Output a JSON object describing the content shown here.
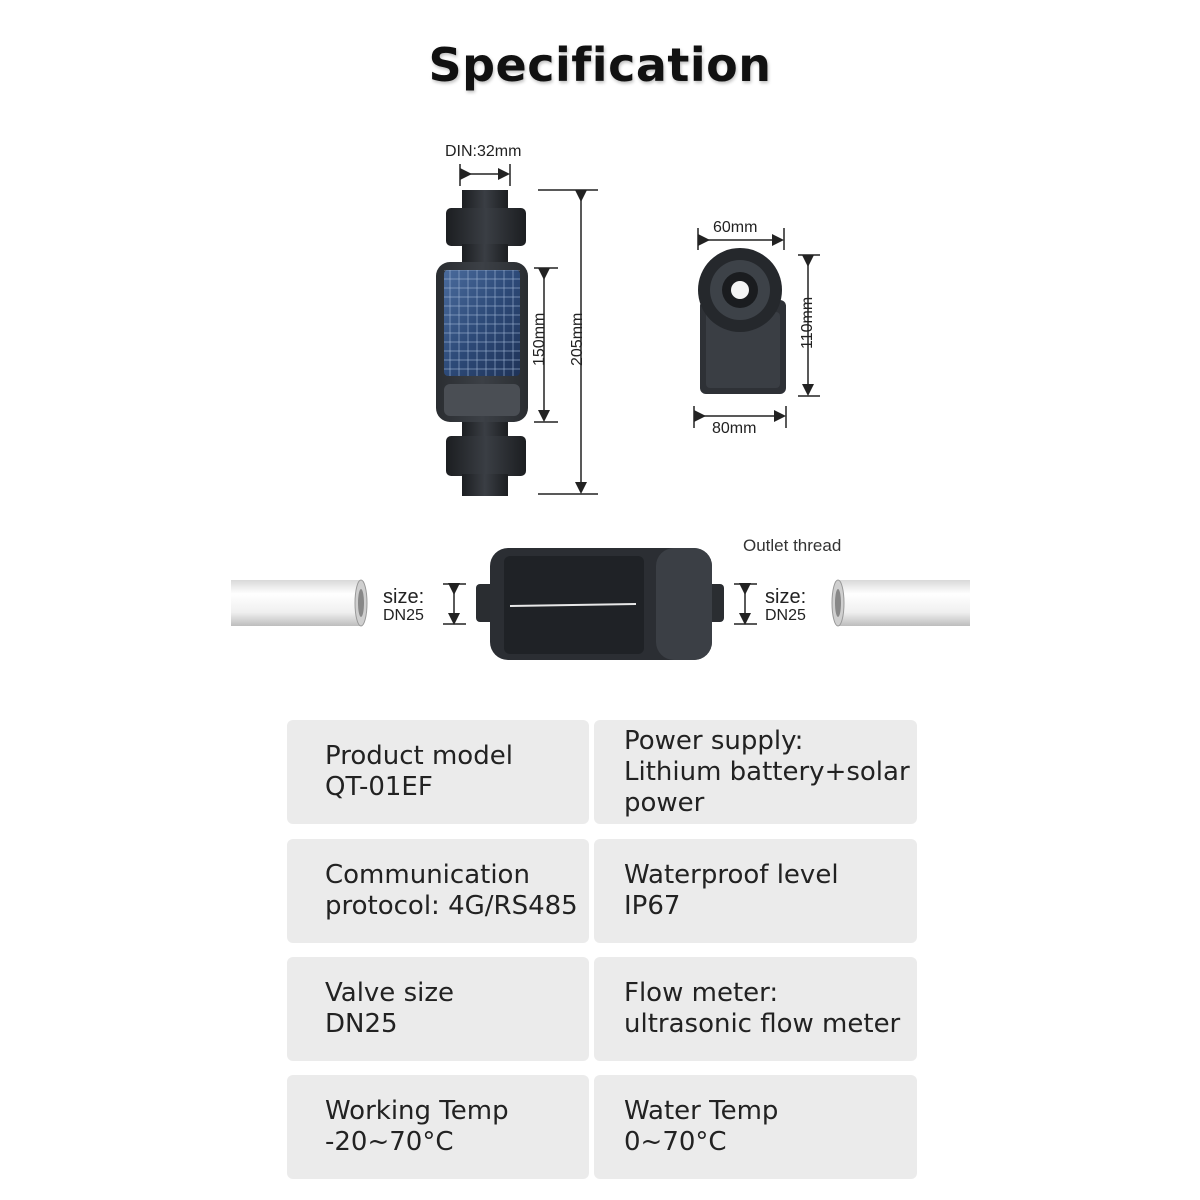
{
  "title": "Specification",
  "dimensions": {
    "din": "DIN:32mm",
    "height_150": "150mm",
    "height_205": "205mm",
    "width_60": "60mm",
    "height_110": "110mm",
    "width_80": "80mm"
  },
  "pipe": {
    "outlet_label": "Outlet thread",
    "left_size_word": "size:",
    "left_size_value": "DN25",
    "right_size_word": "size:",
    "right_size_value": "DN25"
  },
  "specs": [
    {
      "left": {
        "label": "Product model",
        "value": "QT-01EF"
      },
      "right": {
        "label": "Power supply:",
        "value": "Lithium battery+solar",
        "value2": "power"
      }
    },
    {
      "left": {
        "label": "Communication",
        "value": "protocol: 4G/RS485"
      },
      "right": {
        "label": "Waterproof level",
        "value": "IP67"
      }
    },
    {
      "left": {
        "label": "Valve size",
        "value": "DN25"
      },
      "right": {
        "label": "Flow meter:",
        "value": "ultrasonic flow meter"
      }
    },
    {
      "left": {
        "label": "Working Temp",
        "value": "-20~70°C"
      },
      "right": {
        "label": "Water Temp",
        "value": "0~70°C"
      }
    }
  ]
}
